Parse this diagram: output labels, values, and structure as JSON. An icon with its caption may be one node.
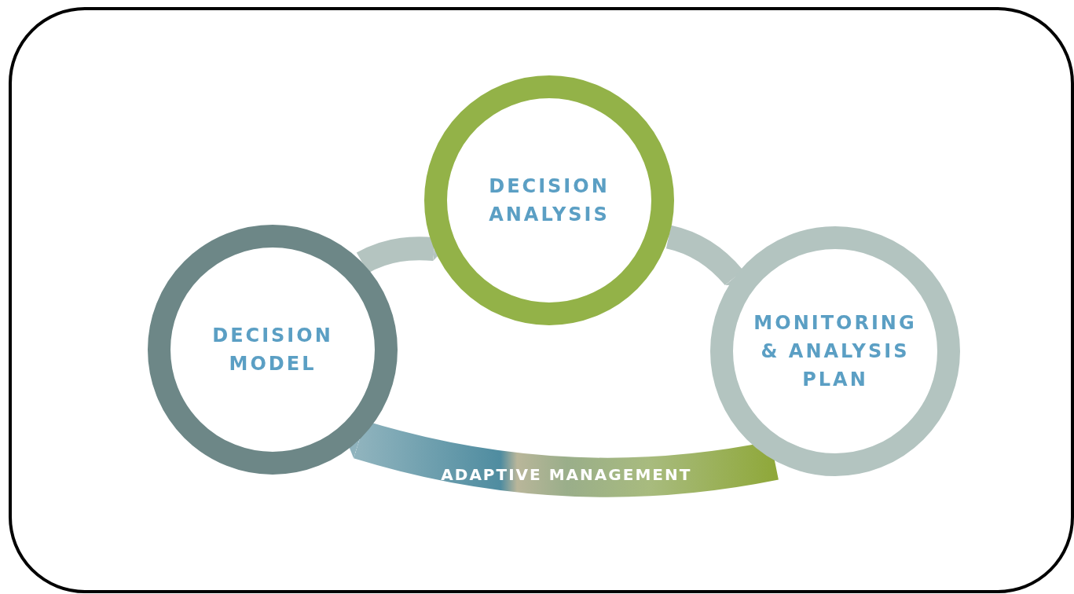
{
  "diagram": {
    "nodes": [
      {
        "text": [
          "DECISION MODEL"
        ]
      },
      {
        "text": [
          "DECISION ANALYSIS"
        ]
      },
      {
        "text": [
          "MONITORING & ANALYSIS PLAN"
        ]
      }
    ],
    "edges": [
      {
        "from": 0,
        "to": 1,
        "arrow": "to"
      },
      {
        "from": 1,
        "to": 2,
        "arrow": "to"
      },
      {
        "from": 2,
        "to": 0,
        "arrow": "to",
        "label": "ADAPTIVE MANAGEMENT",
        "color": "#9aae8a"
      }
    ]
  }
}
